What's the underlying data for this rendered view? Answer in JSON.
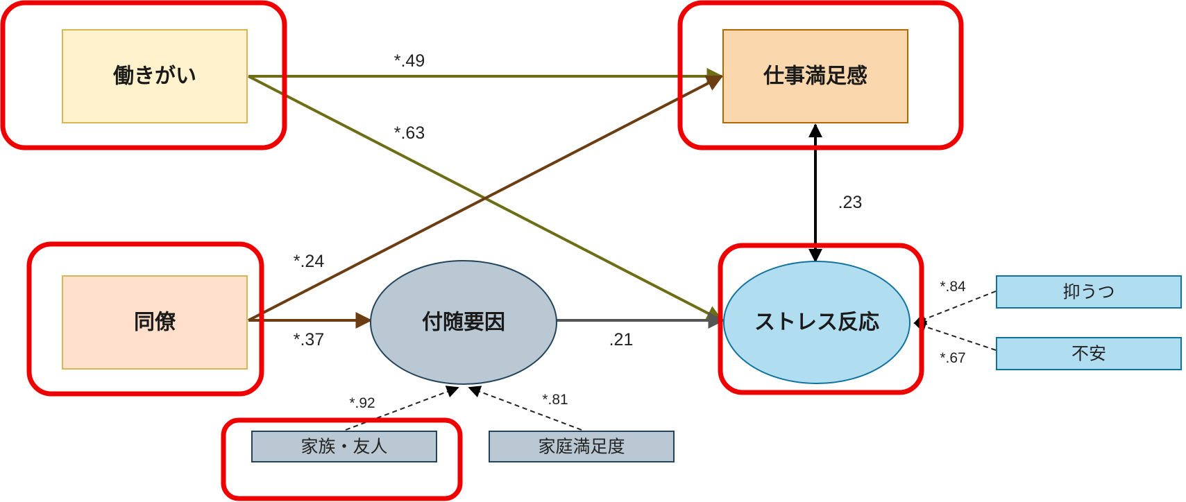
{
  "nodes": {
    "hatarakigai": "働きがい",
    "shigoto_manzokukan": "仕事満足感",
    "douryou": "同僚",
    "fuzui_youin": "付随要因",
    "stress_hannou": "ストレス反応",
    "yokuutsu": "抑うつ",
    "fuan": "不安",
    "kazoku_yuujin": "家族・友人",
    "katei_manzokudo": "家庭満足度"
  },
  "coefficients": {
    "hatarakigai_to_manzoku": "*.49",
    "hatarakigai_to_stress": "*.63",
    "manzoku_stress_corr": ".23",
    "douryou_to_manzoku": "*.24",
    "douryou_to_fuzui": "*.37",
    "fuzui_to_stress": ".21",
    "stress_yokuutsu": "*.84",
    "stress_fuan": "*.67",
    "kazoku_fuzui": "*.92",
    "katei_fuzui": "*.81"
  },
  "colors": {
    "highlight": "#ee0000",
    "hatarakigai_fill": "#fff2cc",
    "hatarakigai_stroke": "#d6b656",
    "manzoku_fill": "#fad7ac",
    "manzoku_stroke": "#b46504",
    "douryou_fill": "#ffe0cc",
    "douryou_stroke": "#d6b656",
    "fuzui_fill": "#bac8d3",
    "fuzui_stroke": "#23445d",
    "stress_fill": "#b1ddf0",
    "stress_stroke": "#10739e",
    "indicator_blue_fill": "#b1ddf0",
    "indicator_blue_stroke": "#10739e",
    "indicator_gray_fill": "#bac8d3",
    "indicator_gray_stroke": "#23445d",
    "olive_arrow": "#6d6d16",
    "brown_arrow": "#6b3d12",
    "gray_arrow": "#555555",
    "black_arrow": "#000000"
  }
}
